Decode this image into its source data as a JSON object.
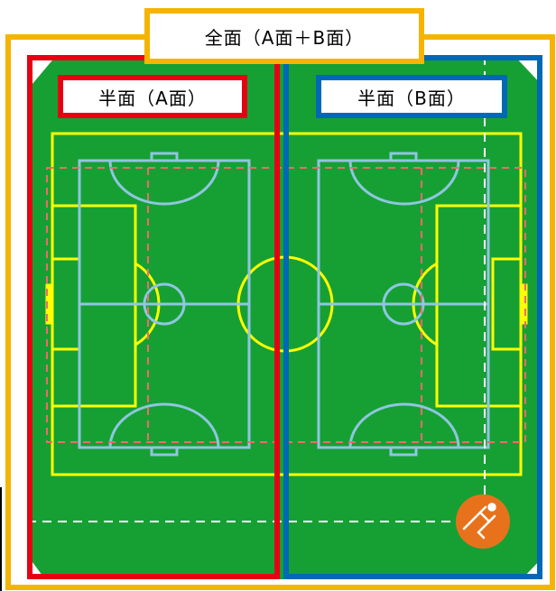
{
  "labels": {
    "full": "全面（A面＋B面）",
    "half_a": "半面（A面）",
    "half_b": "半面（B面）"
  },
  "colors": {
    "turf": "#16a034",
    "outline_full": "#f5b400",
    "outline_a": "#e60012",
    "outline_b": "#0068b7",
    "pitch_lines": "#ffff00",
    "futsal_lines": "#8fc6e0",
    "dashed_red": "#f06a6a",
    "dashed_white": "#ffffff",
    "icon_fill": "#e8721c"
  },
  "icon": "referee-whistle-icon"
}
